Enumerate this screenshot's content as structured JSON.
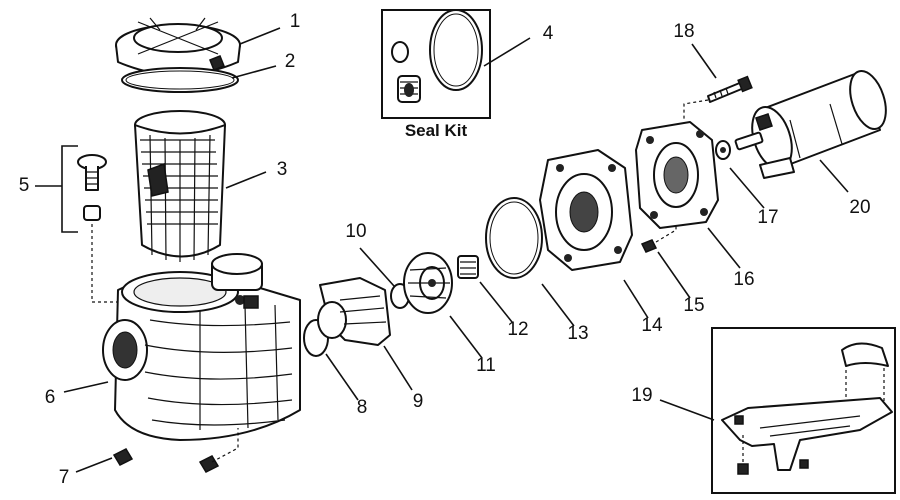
{
  "callouts": {
    "c1": "1",
    "c2": "2",
    "c3": "3",
    "c4": "4",
    "c5": "5",
    "c6": "6",
    "c7": "7",
    "c8": "8",
    "c9": "9",
    "c10": "10",
    "c11": "11",
    "c12": "12",
    "c13": "13",
    "c14": "14",
    "c15": "15",
    "c16": "16",
    "c17": "17",
    "c18": "18",
    "c19": "19",
    "c20": "20"
  },
  "seal_kit_label": "Seal Kit"
}
